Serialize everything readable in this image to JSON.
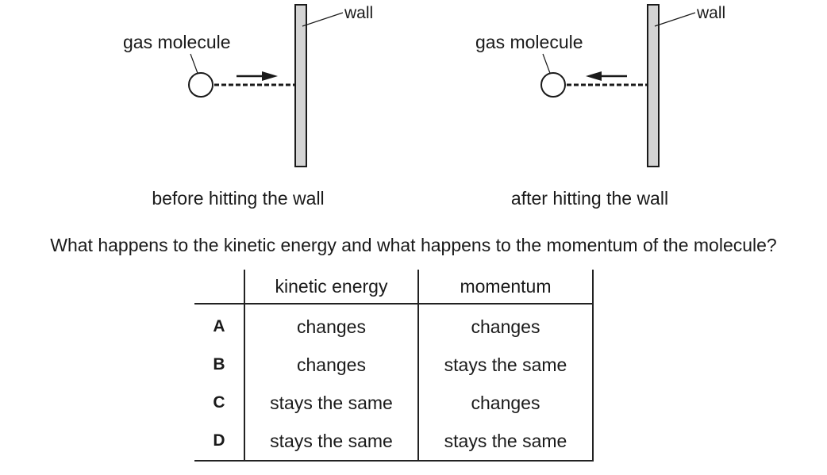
{
  "diagram": {
    "before": {
      "molecule_label": "gas molecule",
      "wall_label": "wall",
      "caption": "before hitting the wall"
    },
    "after": {
      "molecule_label": "gas molecule",
      "wall_label": "wall",
      "caption": "after hitting the wall"
    }
  },
  "question": "What happens to the kinetic energy and what happens to the momentum of the molecule?",
  "table": {
    "headers": [
      "",
      "kinetic energy",
      "momentum"
    ],
    "rows": [
      {
        "key": "A",
        "kinetic_energy": "changes",
        "momentum": "changes"
      },
      {
        "key": "B",
        "kinetic_energy": "changes",
        "momentum": "stays the same"
      },
      {
        "key": "C",
        "kinetic_energy": "stays the same",
        "momentum": "changes"
      },
      {
        "key": "D",
        "kinetic_energy": "stays the same",
        "momentum": "stays the same"
      }
    ]
  }
}
